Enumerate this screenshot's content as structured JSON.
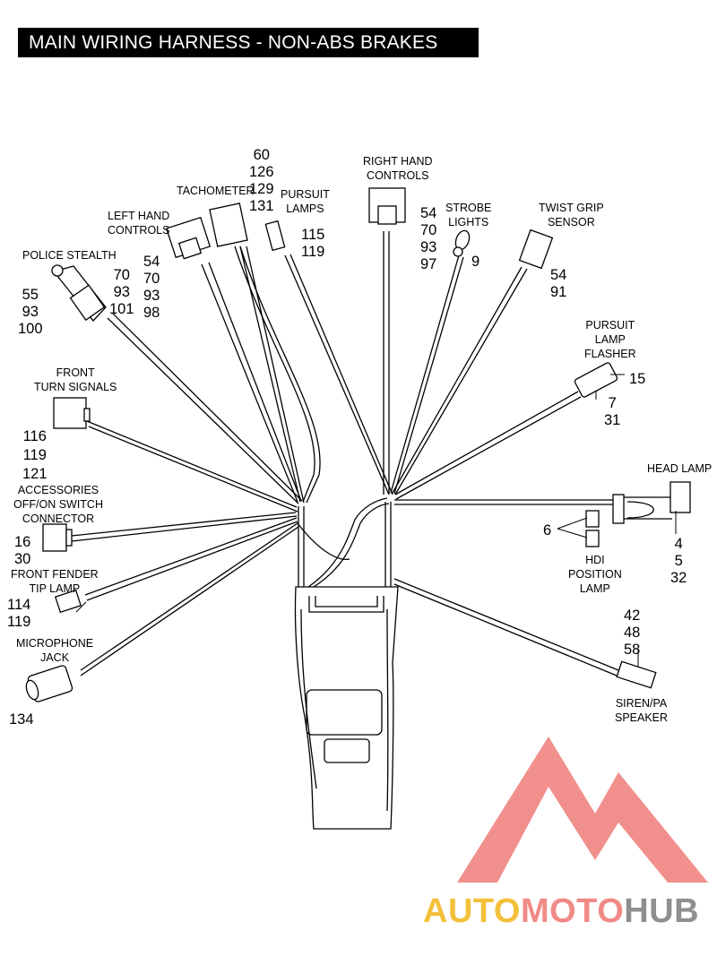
{
  "title": "MAIN WIRING HARNESS - NON-ABS BRAKES",
  "watermark": {
    "part1": "AUTO",
    "part2": "MOTO",
    "part3": "HUB",
    "colors": {
      "logo": "#f08a86",
      "auto": "#f3c03a",
      "hub": "#8f8f8f"
    }
  },
  "connectors": {
    "police_stealth": {
      "label": "POLICE STEALTH",
      "refs_right": "70\n93\n101",
      "refs_left": "55\n93\n100"
    },
    "left_hand_controls": {
      "label": "LEFT HAND\nCONTROLS",
      "refs": "54\n70\n93\n98"
    },
    "tachometer": {
      "label": "TACHOMETER",
      "refs": "60\n126\n129\n131"
    },
    "pursuit_lamps": {
      "label": "PURSUIT\nLAMPS",
      "refs": "115\n119"
    },
    "right_hand_controls": {
      "label": "RIGHT HAND\nCONTROLS",
      "refs": "54\n70\n93\n97"
    },
    "strobe_lights": {
      "label": "STROBE\nLIGHTS",
      "refs": "9"
    },
    "twist_grip_sensor": {
      "label": "TWIST GRIP\nSENSOR",
      "refs": "54\n91"
    },
    "pursuit_lamp_flasher": {
      "label": "PURSUIT\nLAMP\nFLASHER",
      "refs_right": "15",
      "refs_below": "7\n31"
    },
    "front_turn_signals": {
      "label": "FRONT\nTURN SIGNALS",
      "refs": "116\n119\n121"
    },
    "head_lamp": {
      "label": "HEAD LAMP",
      "refs": "4\n5\n32"
    },
    "hdi_position_lamp": {
      "label": "HDI\nPOSITION\nLAMP",
      "refs": "6"
    },
    "accessories_switch": {
      "label": "ACCESSORIES\nOFF/ON SWITCH\nCONNECTOR",
      "refs": "16\n30"
    },
    "front_fender_tip_lamp": {
      "label": "FRONT FENDER\nTIP LAMP",
      "refs": "114\n119"
    },
    "microphone_jack": {
      "label": "MICROPHONE\nJACK",
      "refs": "134"
    },
    "siren_pa_speaker": {
      "label": "SIREN/PA\nSPEAKER",
      "refs": "42\n48\n58"
    }
  }
}
